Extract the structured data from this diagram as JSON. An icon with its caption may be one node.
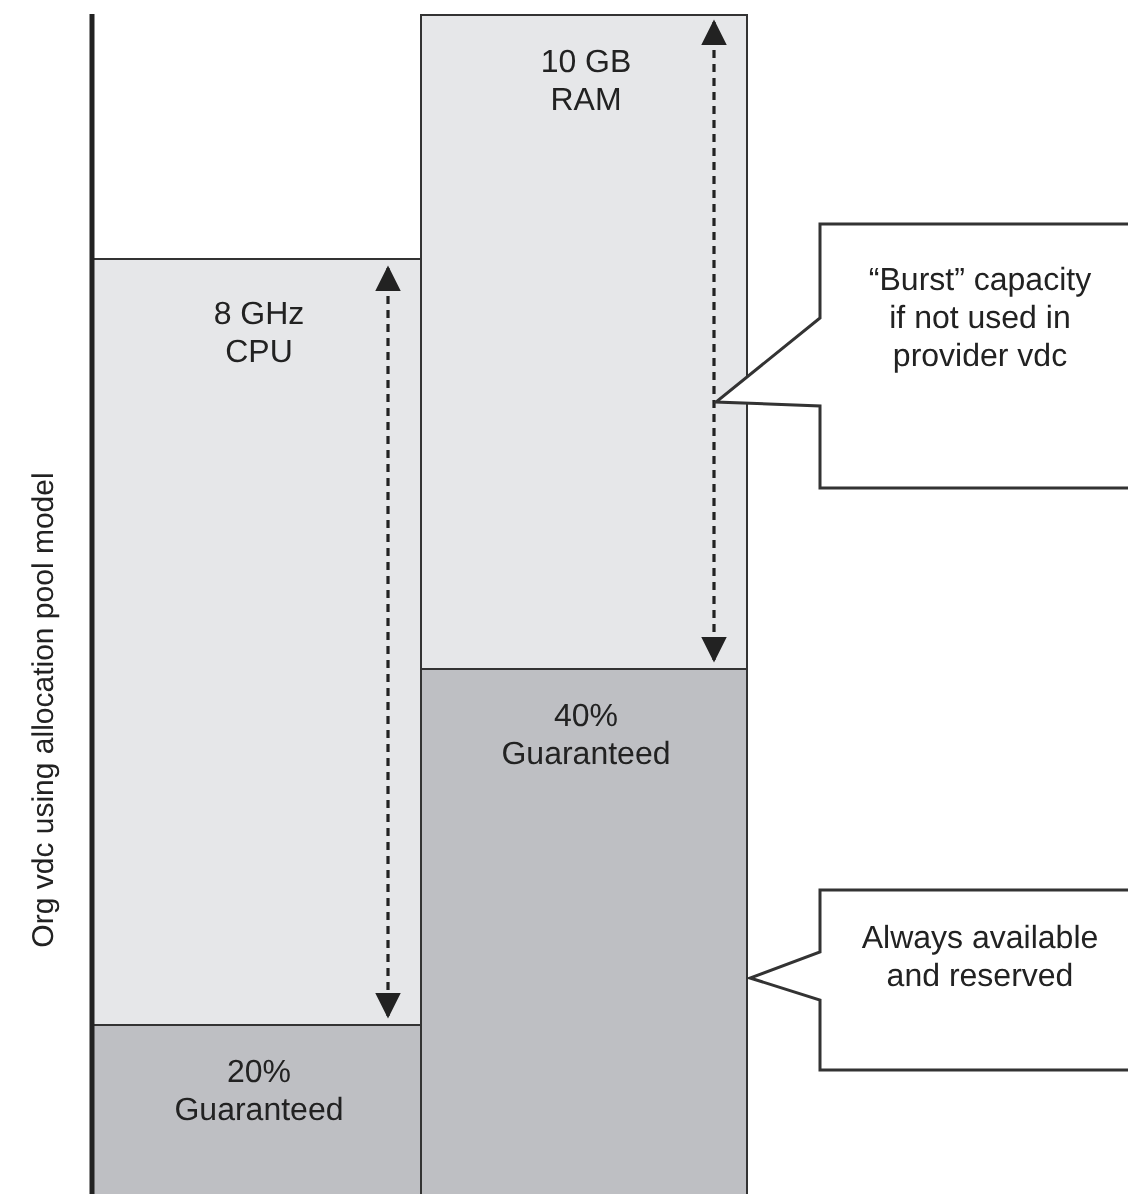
{
  "diagram": {
    "nodes": [
      {
        "text": [
          "8 GHz CPU"
        ]
      },
      {
        "text": [
          "20% Guaranteed"
        ]
      },
      {
        "text": [
          "10 GB RAM"
        ]
      },
      {
        "text": [
          "40% Guaranteed"
        ]
      },
      {
        "text": [
          "“Burst” capacity if not used in provider vdc"
        ]
      },
      {
        "text": [
          "Always available and reserved"
        ]
      }
    ],
    "labels": [
      "Org vdc using allocation pool model"
    ]
  }
}
